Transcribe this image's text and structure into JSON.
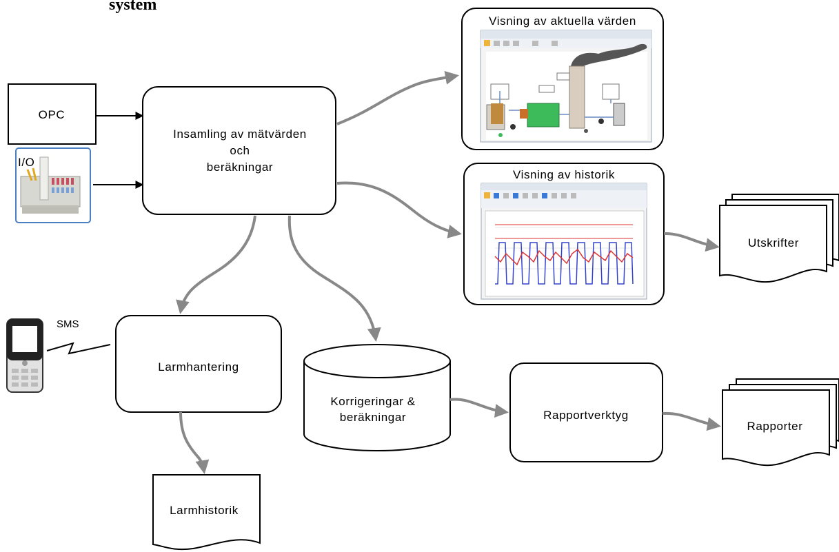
{
  "title": "system",
  "nodes": {
    "opc": "OPC",
    "io": "I/O",
    "collect": [
      "Insamling av mätvärden",
      "och",
      "beräkningar"
    ],
    "current_values": "Visning av aktuella värden",
    "history_view": "Visning av historik",
    "printouts": "Utskrifter",
    "sms": "SMS",
    "alarm": "Larmhantering",
    "alarm_history": "Larmhistorik",
    "corrections": [
      "Korrigeringar &",
      "beräkningar"
    ],
    "report_tool": "Rapportverktyg",
    "reports": "Rapporter"
  },
  "colors": {
    "gray_arrow": "#888888",
    "black_arrow": "#000000",
    "process_green": "#3dbb5a",
    "trend_blue": "#3344cc",
    "trend_red": "#dd3333"
  }
}
